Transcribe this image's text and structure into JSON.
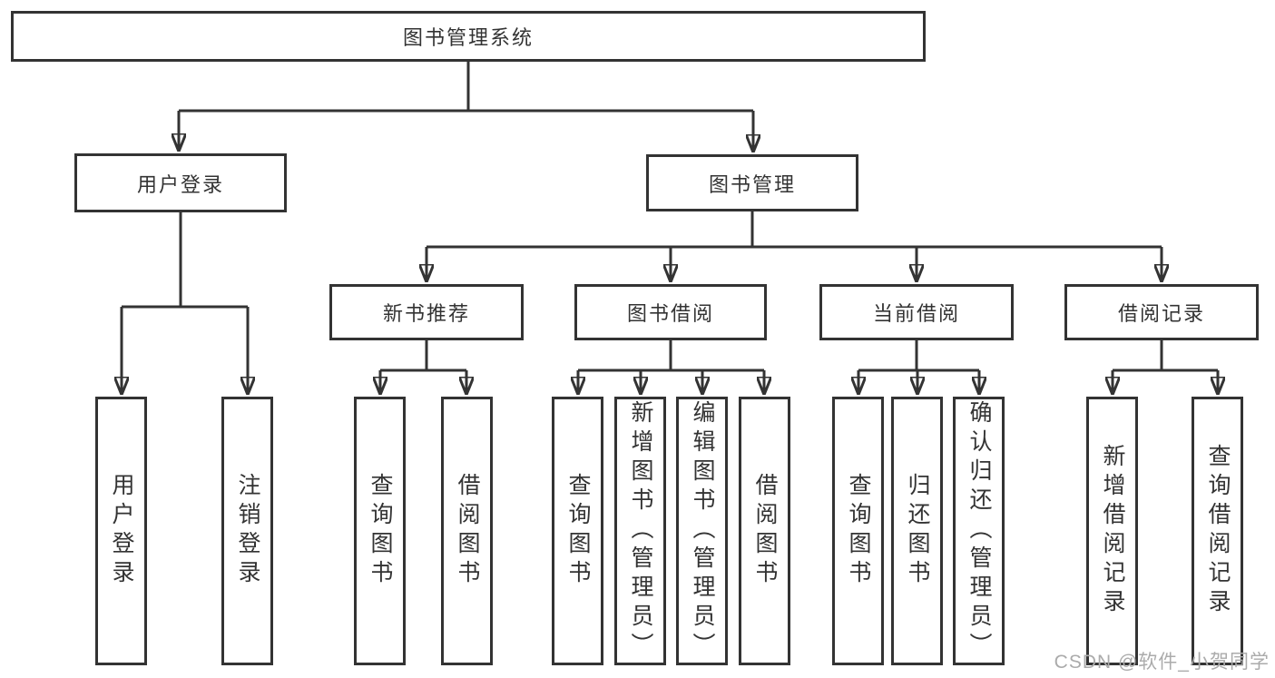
{
  "diagram": {
    "root": {
      "label": "图书管理系统"
    },
    "branches": [
      {
        "label": "用户登录",
        "children": [
          {
            "label": "用户登录"
          },
          {
            "label": "注销登录"
          }
        ]
      },
      {
        "label": "图书管理",
        "groups": [
          {
            "label": "新书推荐",
            "children": [
              {
                "label": "查询图书"
              },
              {
                "label": "借阅图书"
              }
            ]
          },
          {
            "label": "图书借阅",
            "children": [
              {
                "label": "查询图书"
              },
              {
                "label": "新增图书（管理员）"
              },
              {
                "label": "编辑图书（管理员）"
              },
              {
                "label": "借阅图书"
              }
            ]
          },
          {
            "label": "当前借阅",
            "children": [
              {
                "label": "查询图书"
              },
              {
                "label": "归还图书"
              },
              {
                "label": "确认归还（管理员）"
              }
            ]
          },
          {
            "label": "借阅记录",
            "children": [
              {
                "label": "新增借阅记录"
              },
              {
                "label": "查询借阅记录"
              }
            ]
          }
        ]
      }
    ]
  },
  "watermark": {
    "text": "CSDN @软件_小贺同学"
  },
  "colors": {
    "line": "#333333",
    "text": "#333333",
    "watermark": "#ababab",
    "background": "#ffffff"
  }
}
